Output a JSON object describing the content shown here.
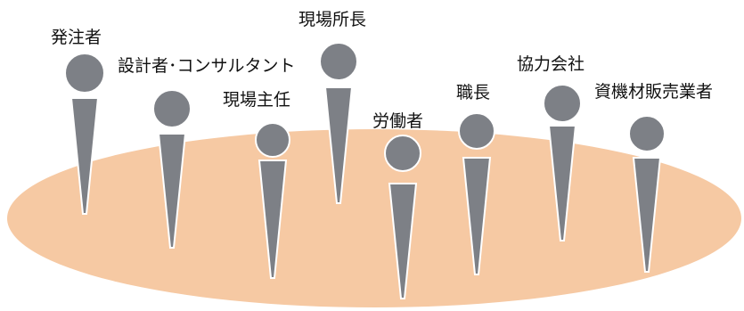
{
  "colors": {
    "ground": "#f6c9a3",
    "figure": "#7d8086",
    "figure_outline": "#ffffff",
    "label": "#111111"
  },
  "stakeholders": [
    {
      "id": "client",
      "label": "発注者"
    },
    {
      "id": "designer",
      "label": "設計者･コンサルタント"
    },
    {
      "id": "site-supervisor",
      "label": "現場主任"
    },
    {
      "id": "site-manager",
      "label": "現場所長"
    },
    {
      "id": "worker",
      "label": "労働者"
    },
    {
      "id": "foreman",
      "label": "職長"
    },
    {
      "id": "subcontractor",
      "label": "協力会社"
    },
    {
      "id": "supplier",
      "label": "資機材販売業者"
    }
  ]
}
